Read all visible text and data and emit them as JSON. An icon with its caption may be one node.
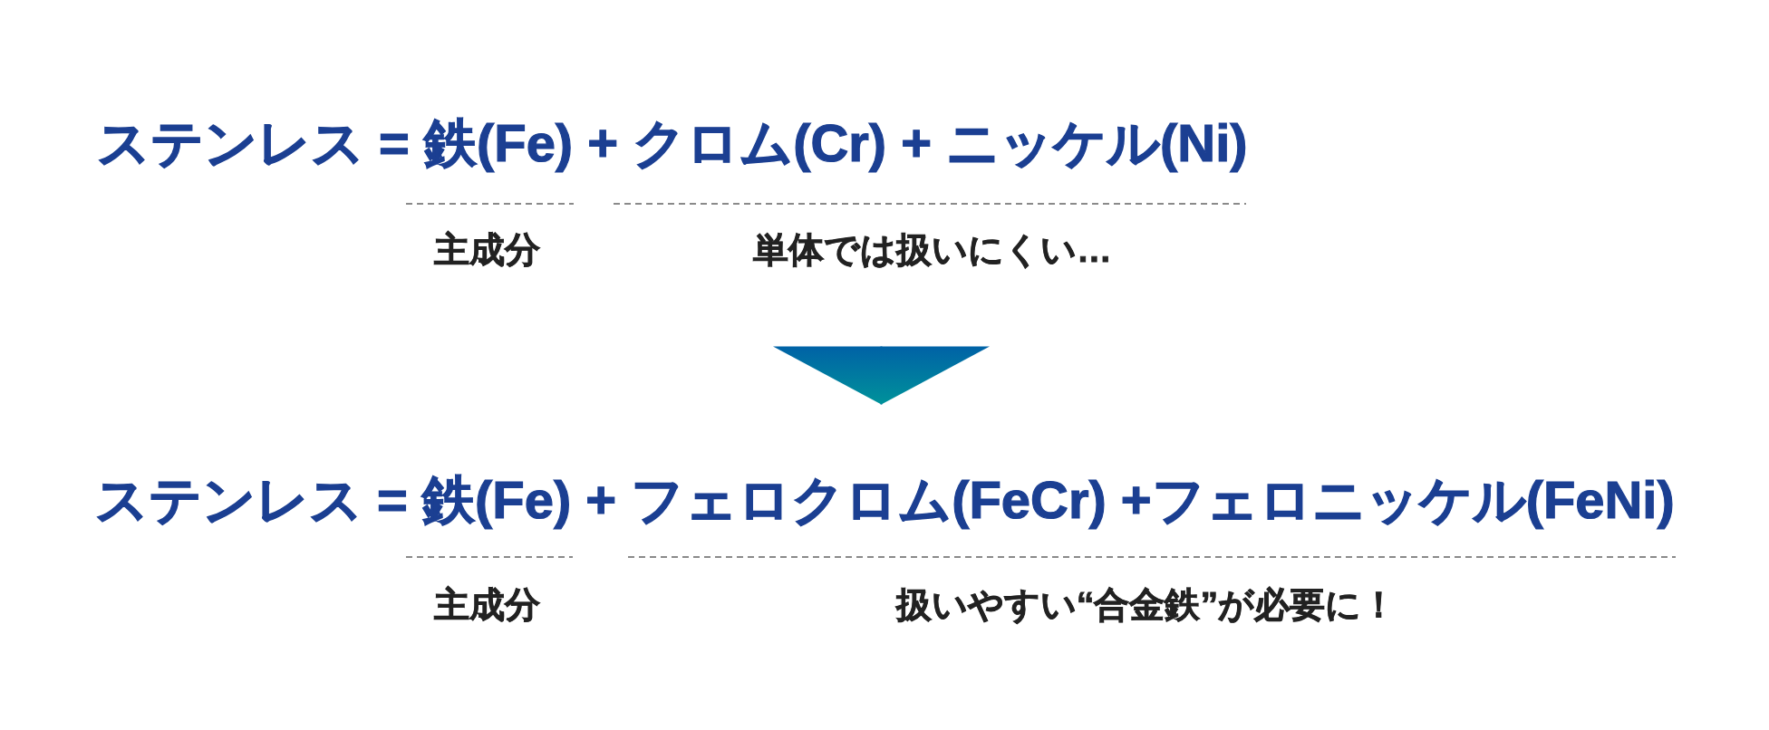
{
  "diagram": {
    "nodes": [
      {
        "text": [
          "ステンレス = 鉄(Fe) + クロム(Cr) + ニッケル(Ni)",
          "主成分",
          "単体では扱いにくい…"
        ]
      },
      {
        "text": [
          "ステンレス = 鉄(Fe) + フェロクロム(FeCr) +フェロニッケル(FeNi)",
          "主成分",
          "扱いやすい“合金鉄”が必要に！"
        ]
      }
    ],
    "edges": [
      {
        "from": 0,
        "to": 1,
        "arrow": "to"
      }
    ]
  }
}
